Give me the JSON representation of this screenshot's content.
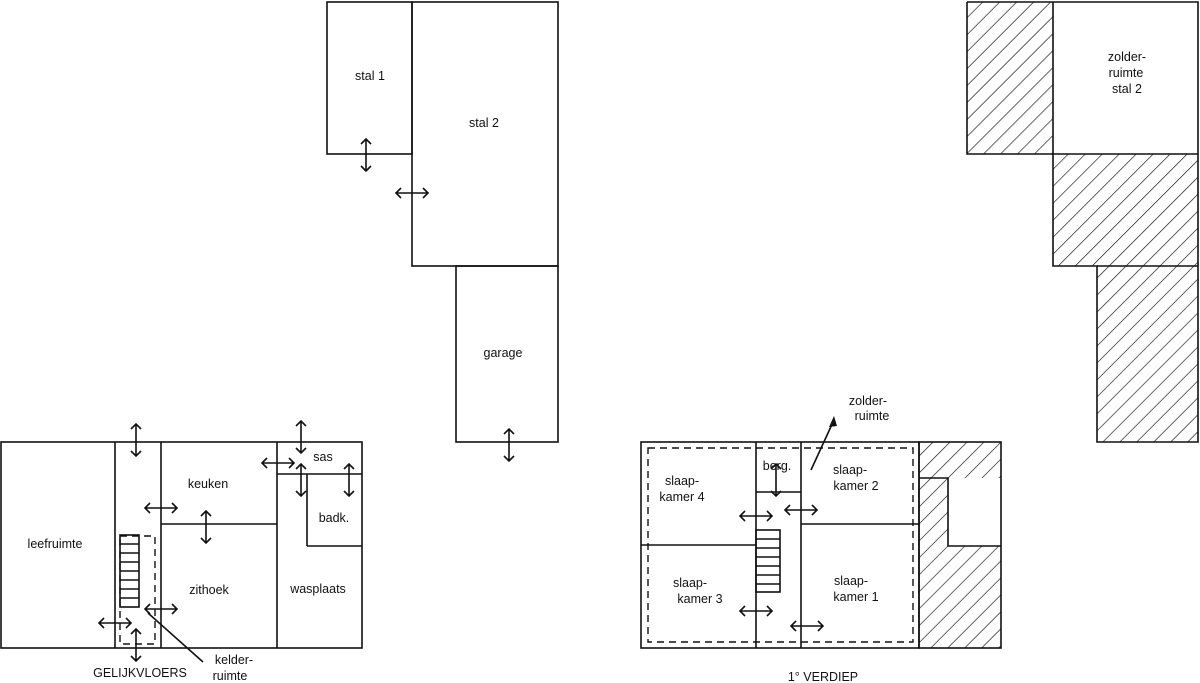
{
  "labels": {
    "stal_1": "stal 1",
    "stal_2": "stal 2",
    "garage": "garage",
    "keuken": "keuken",
    "sas": "sas",
    "badk": "badk.",
    "leefruimte": "leefruimte",
    "zithoek": "zithoek",
    "wasplaats": "wasplaats",
    "gelijkvloers": "GELIJKVLOERS",
    "kelder_1": "kelder-",
    "kelder_2": "ruimte",
    "berg": "berg.",
    "slaapkamer4_1": "slaap-",
    "slaapkamer4_2": "kamer 4",
    "slaapkamer2_1": "slaap-",
    "slaapkamer2_2": "kamer 2",
    "slaapkamer3_1": "slaap-",
    "slaapkamer3_2": "kamer 3",
    "slaapkamer1_1": "slaap-",
    "slaapkamer1_2": "kamer 1",
    "zolder_callout_1": "zolder-",
    "zolder_callout_2": "ruimte",
    "zolder_stal_1": "zolder-",
    "zolder_stal_2": "ruimte",
    "zolder_stal_3": "stal 2",
    "verdiep": "1° VERDIEP"
  }
}
